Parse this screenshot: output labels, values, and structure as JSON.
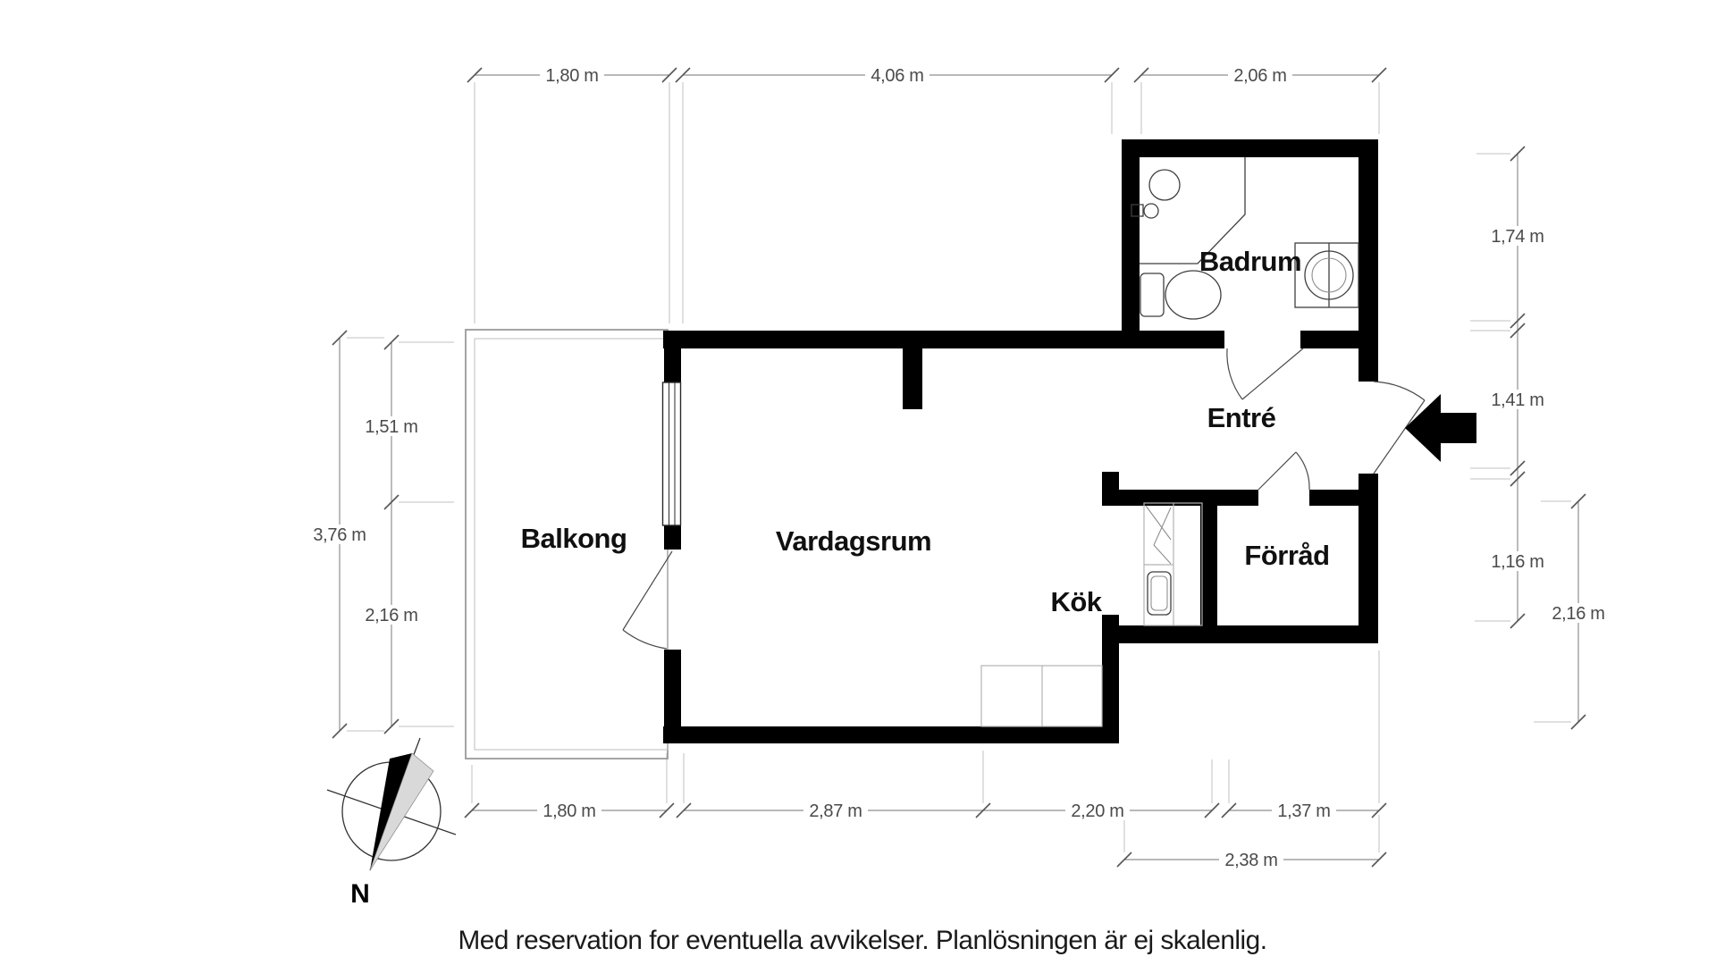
{
  "rooms": {
    "balcony": "Balkong",
    "living_room": "Vardagsrum",
    "kitchen": "Kök",
    "entrance": "Entré",
    "bathroom": "Badrum",
    "storage": "Förråd"
  },
  "compass": {
    "north_label": "N"
  },
  "disclaimer": "Med reservation for eventuella avvikelser. Planlösningen är ej skalenlig.",
  "dimensions": {
    "top": [
      "1,80 m",
      "4,06 m",
      "2,06 m"
    ],
    "bottom": [
      "1,80 m",
      "2,87 m",
      "2,20 m",
      "1,37 m"
    ],
    "bottom_secondary": "2,38 m",
    "left_outer": "3,76 m",
    "left_inner": [
      "1,51 m",
      "2,16 m"
    ],
    "right_inner": [
      "1,74 m",
      "1,41 m",
      "1,16 m"
    ],
    "right_outer": "2,16 m"
  },
  "colors": {
    "wall": "#000000",
    "dim-line": "#8f8f8f",
    "ext-line": "#c2c2c2",
    "dim-tick": "#555555",
    "dim-text": "#4a4a4a"
  }
}
